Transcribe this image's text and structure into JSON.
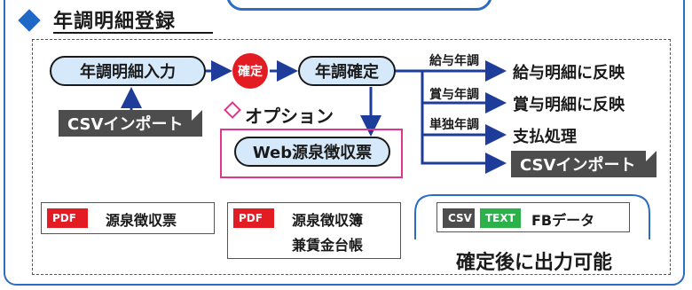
{
  "header": {
    "title": "年調明細登録"
  },
  "flow": {
    "input": "年調明細入力",
    "confirm_circle": "確定",
    "confirm_box": "年調確定",
    "csv_import_left": "CSVインポート",
    "option": "オプション",
    "web": "Web源泉徴収票",
    "branches": [
      {
        "label": "給与年調",
        "target": "給与明細に反映"
      },
      {
        "label": "賞与年調",
        "target": "賞与明細に反映"
      },
      {
        "label": "単独年調",
        "target": "支払処理"
      },
      {
        "label": "",
        "target": "CSVインポート"
      }
    ]
  },
  "outputs": {
    "pdf_badge": "PDF",
    "pdf1": "源泉徴収票",
    "pdf2_line1": "源泉徴収簿",
    "pdf2_line2": "兼賃金台帳",
    "csv_badge": "CSV",
    "text_badge": "TEXT",
    "fb_label": "FBデータ",
    "note": "確定後に出力可能"
  },
  "colors": {
    "blue": "#1e3d9a",
    "frame": "#2b6cc4",
    "pill_fill": "#d6e9fb",
    "red": "#e31b23",
    "pink": "#e0358c",
    "green": "#2bb04a"
  }
}
